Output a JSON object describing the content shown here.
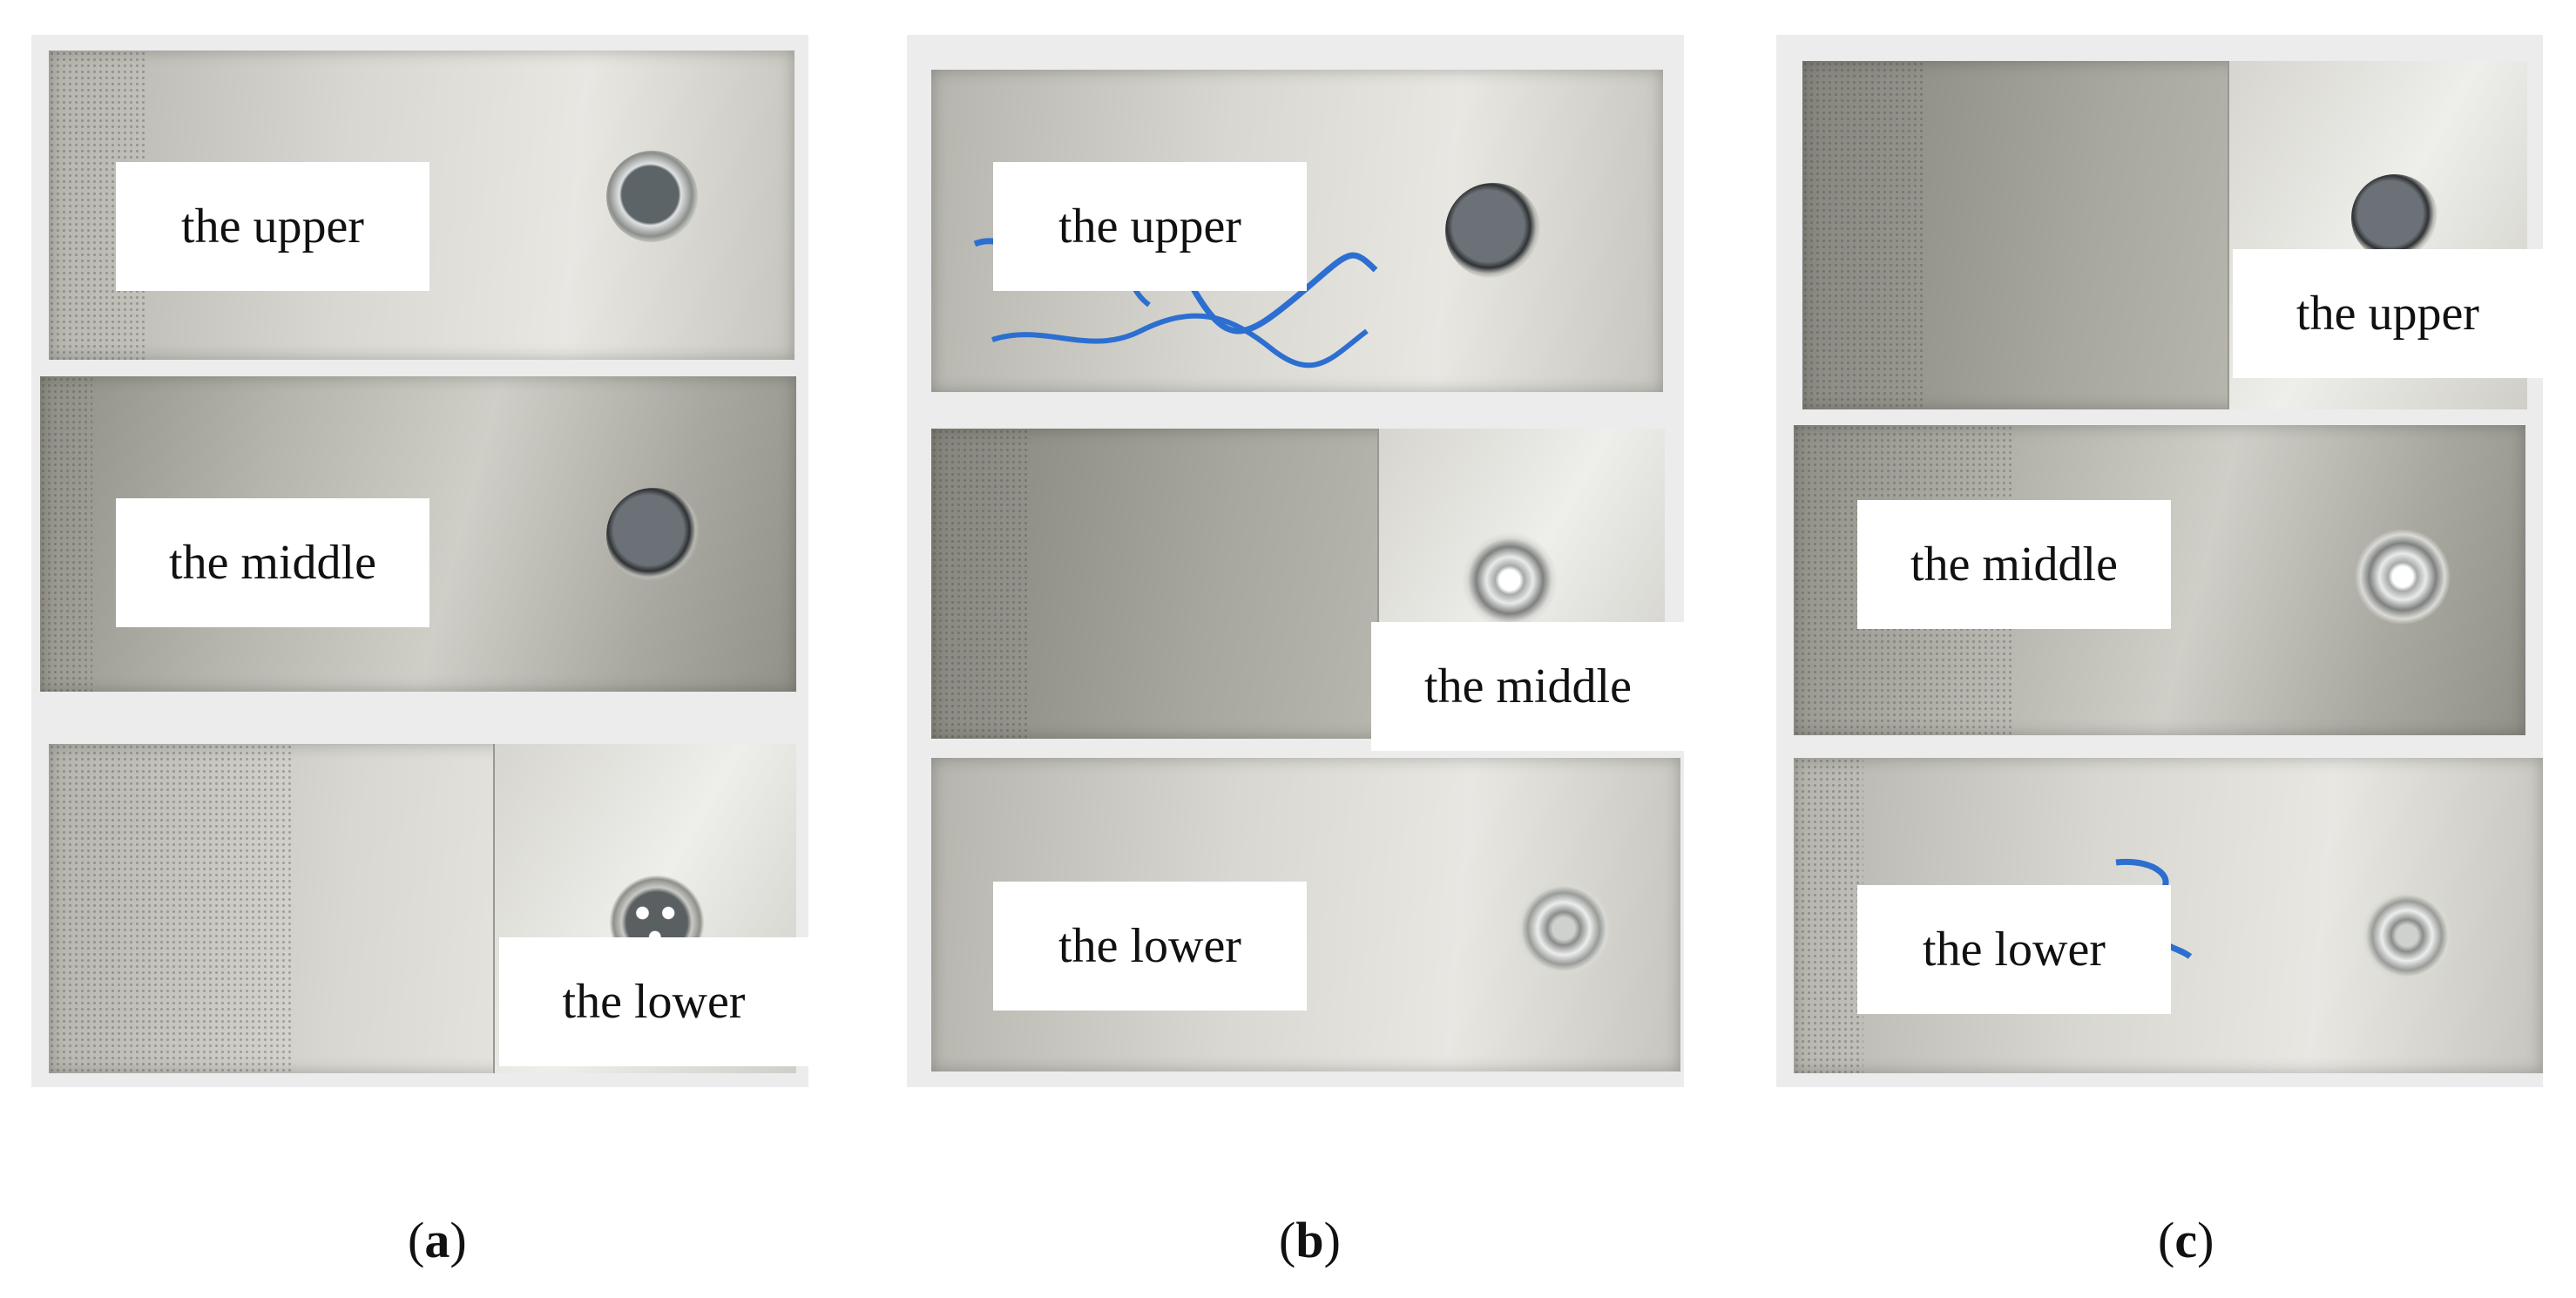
{
  "panels": [
    {
      "caption": {
        "open": "(",
        "letter": "a",
        "close": ")"
      },
      "labels": {
        "upper": "the upper",
        "middle": "the middle",
        "lower": "the lower"
      }
    },
    {
      "caption": {
        "open": "(",
        "letter": "b",
        "close": ")"
      },
      "labels": {
        "upper": "the upper",
        "middle": "the middle",
        "lower": "the lower"
      }
    },
    {
      "caption": {
        "open": "(",
        "letter": "c",
        "close": ")"
      },
      "labels": {
        "upper": "the upper",
        "middle": "the middle",
        "lower": "the lower"
      }
    }
  ],
  "colors": {
    "label_bg": "#ffffff",
    "ink_marker": "#2c6fd1",
    "background": "#ffffff"
  }
}
